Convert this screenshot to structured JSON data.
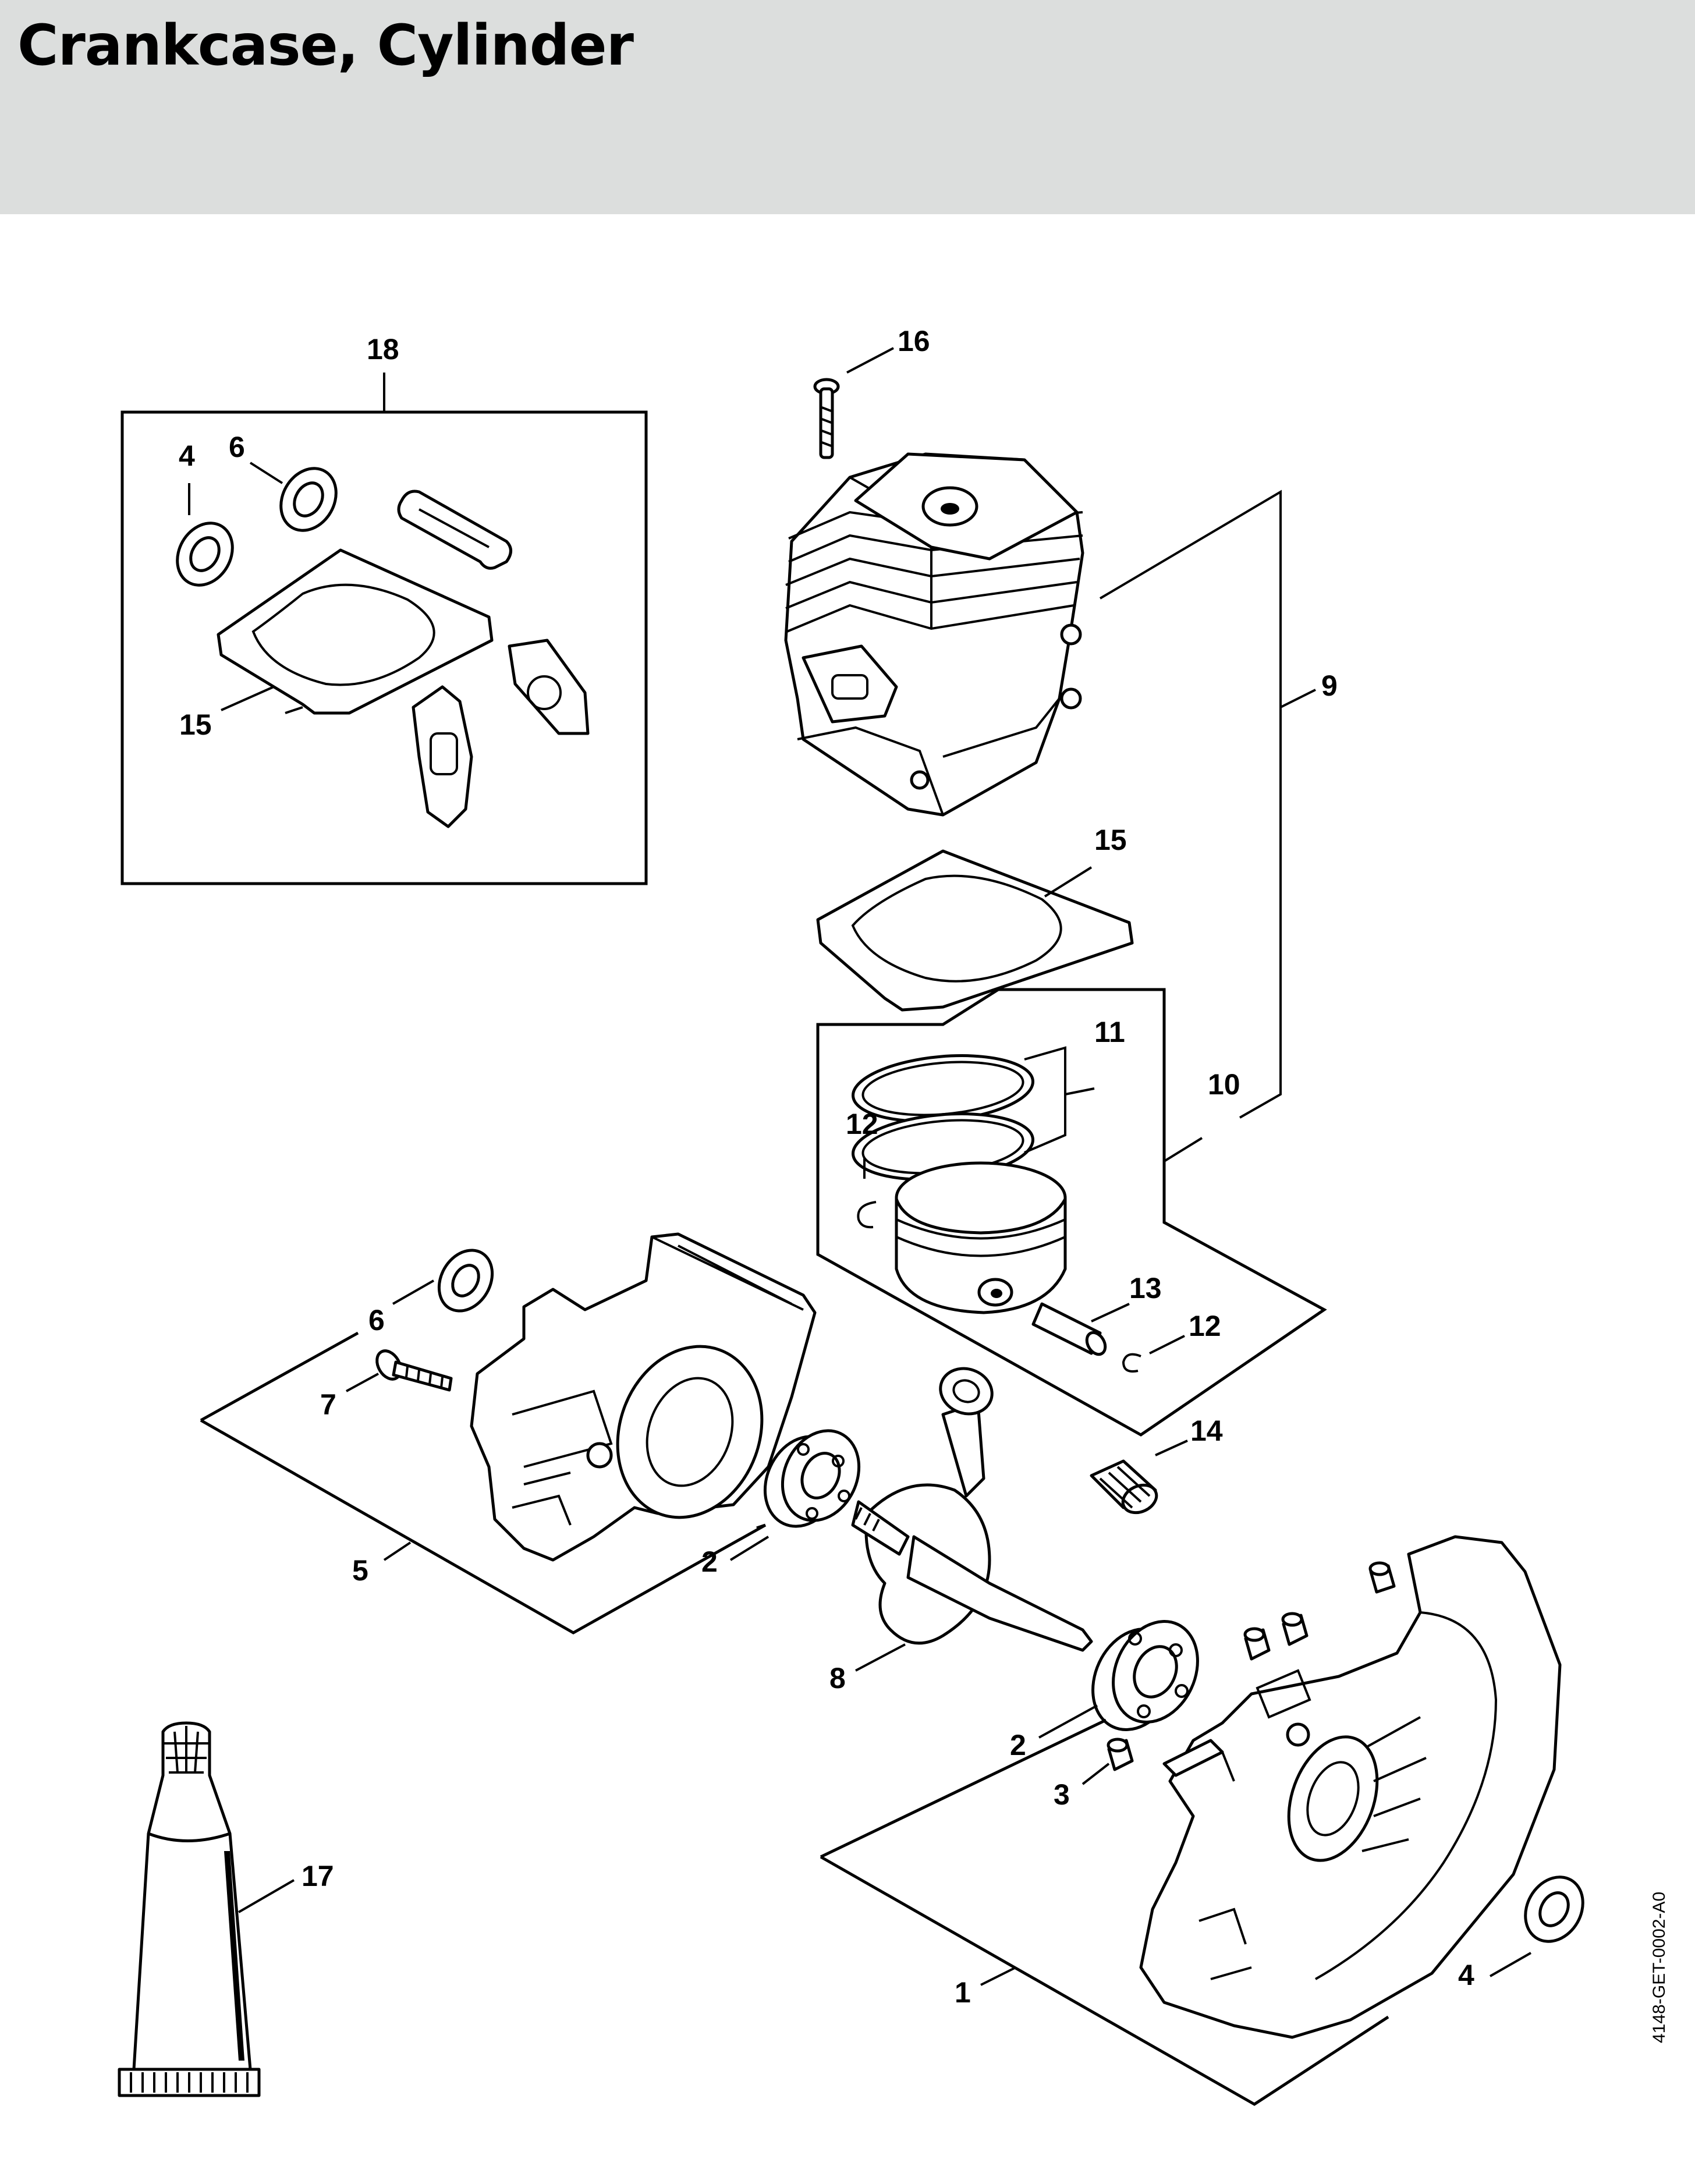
{
  "header": {
    "title": "Crankcase, Cylinder",
    "background": "#dcdedd"
  },
  "drawing_code": "4148-GET-0002-A0",
  "callouts": {
    "c1": "1",
    "c2a": "2",
    "c2b": "2",
    "c3": "3",
    "c4a": "4",
    "c4b": "4",
    "c5": "5",
    "c6a": "6",
    "c6b": "6",
    "c7": "7",
    "c8": "8",
    "c9": "9",
    "c10": "10",
    "c11": "11",
    "c12a": "12",
    "c12b": "12",
    "c13": "13",
    "c14": "14",
    "c15a": "15",
    "c15b": "15",
    "c16": "16",
    "c17": "17",
    "c18": "18"
  },
  "icons": {
    "cylinder": "cylinder-icon",
    "piston": "piston-icon",
    "crankshaft": "crankshaft-icon",
    "crankcase": "crankcase-half-icon",
    "gasket": "gasket-icon",
    "seal": "oil-seal-icon",
    "bearing": "ball-bearing-icon",
    "tube": "sealant-tube-icon"
  }
}
